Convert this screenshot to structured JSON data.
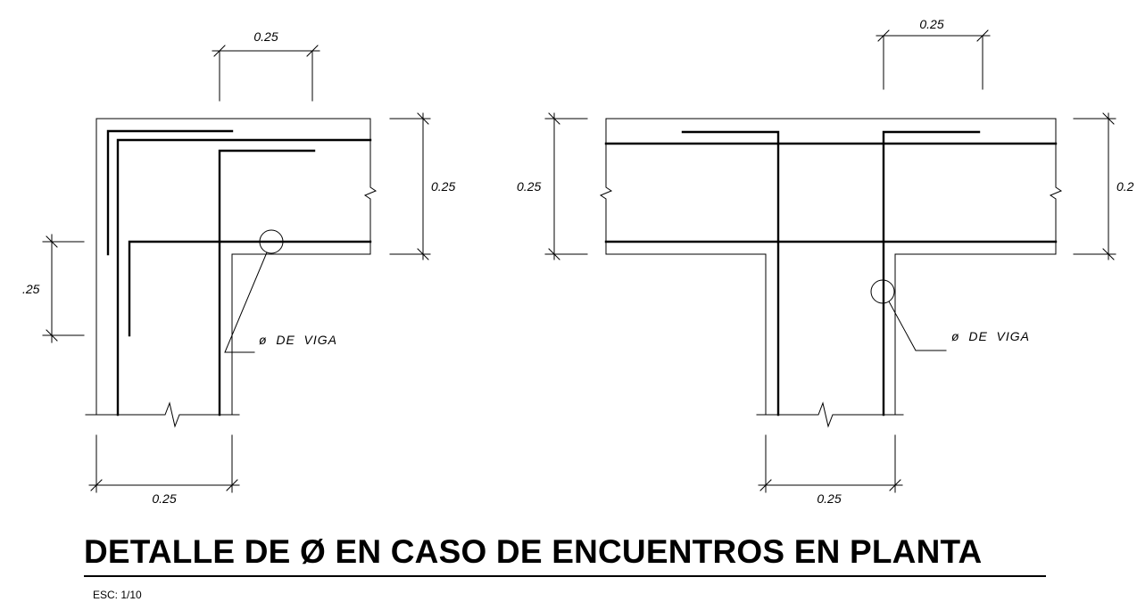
{
  "diagram": {
    "left_detail": {
      "dim_top": "0.25",
      "dim_right": "0.25",
      "dim_left": ".25",
      "dim_bottom": "0.25",
      "callout": "ø  DE  VIGA"
    },
    "right_detail": {
      "dim_top": "0.25",
      "dim_left": "0.25",
      "dim_right": "0.2",
      "dim_bottom": "0.25",
      "callout": "ø  DE  VIGA"
    }
  },
  "title": "DETALLE DE Ø EN CASO DE ENCUENTROS EN PLANTA",
  "scale": "ESC: 1/10"
}
